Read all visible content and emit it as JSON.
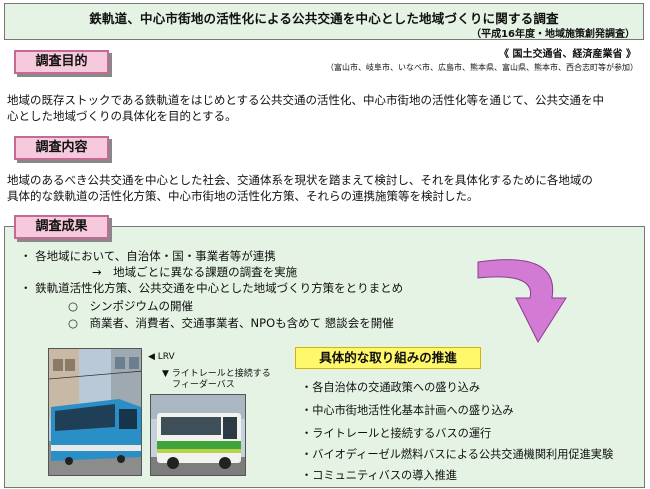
{
  "header": {
    "title": "鉄軌道、中心市街地の活性化による公共交通を中心とした地域づくりに関する調査",
    "subtitle": "（平成16年度・地域施策創発調査）"
  },
  "source": "《 国土交通省、経済産業省 》",
  "participants": "（富山市、岐阜市、いなべ市、広島市、熊本県、富山県、熊本市、西合志町等が参加）",
  "purpose": {
    "label": "調査目的",
    "lines": [
      "地域の既存ストックである鉄軌道をはじめとする公共交通の活性化、中心市街地の活性化等を通じて、公共交通を中",
      "心とした地域づくりの具体化を目的とする。"
    ]
  },
  "content": {
    "label": "調査内容",
    "lines": [
      "地域のあるべき公共交通を中心とした社会、交通体系を現状を踏まえて検討し、それを具体化するために各地域の",
      "具体的な鉄軌道の活性化方策、中心市街地の活性化方策、それらの連携施策等を検討した。"
    ]
  },
  "results": {
    "label": "調査成果",
    "bullets": [
      "・ 各地域において、自治体・国・事業者等が連携",
      "→　地域ごとに異なる課題の調査を実施",
      "・ 鉄軌道活性化方策、公共交通を中心とした地域づくり方策をとりまとめ"
    ],
    "items": [
      "○　シンポジウムの開催",
      "○　商業者、消費者、交通事業者、NPOも含めて 懇談会を開催"
    ],
    "photo_lrv_caption": "◀ LRV",
    "photo_bus_caption_1": "▼ ライトレールと接続する",
    "photo_bus_caption_2": "フィーダーバス",
    "initiatives_heading": "具体的な取り組みの推進",
    "initiatives": [
      "・各自治体の交通政策への盛り込み",
      "・中心市街地活性化基本計画への盛り込み",
      "・ライトレールと接続するバスの運行",
      "・バイオディーゼル燃料バスによる公共交通機関利用促進実験",
      "・コミュニティバスの導入推進"
    ]
  },
  "colors": {
    "box_bg": "#e4f3e4",
    "label_bg": "#f6c9dc",
    "label_border": "#c46a94",
    "heading_bg": "#fff86a",
    "arrow": "#d27ad4"
  }
}
